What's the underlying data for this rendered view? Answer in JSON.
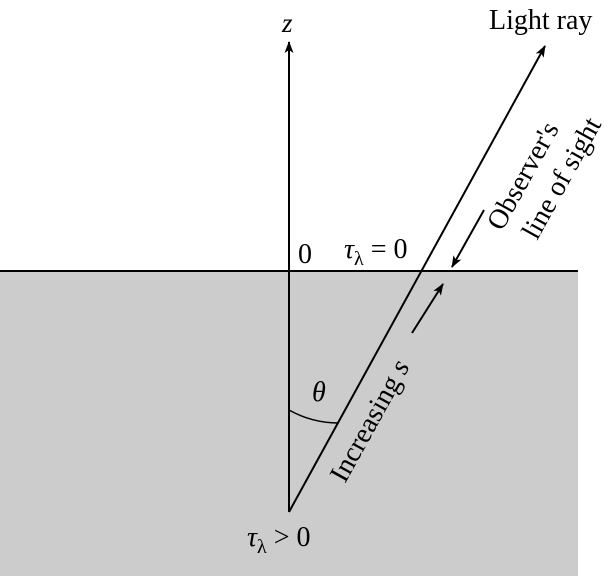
{
  "labels": {
    "z_axis": "z",
    "light_ray": "Light ray",
    "observer_line1": "Observer's",
    "observer_line2": "line of sight",
    "origin": "0",
    "tau_symbol": "τ",
    "lambda_sub": "λ",
    "tau_surface_relation": " = 0",
    "tau_depth_relation": " > 0",
    "increasing_text": "Increasing ",
    "increasing_var": "s",
    "theta": "θ"
  },
  "colors": {
    "medium_fill": "#cccccc",
    "line": "#000000",
    "background": "#ffffff"
  }
}
